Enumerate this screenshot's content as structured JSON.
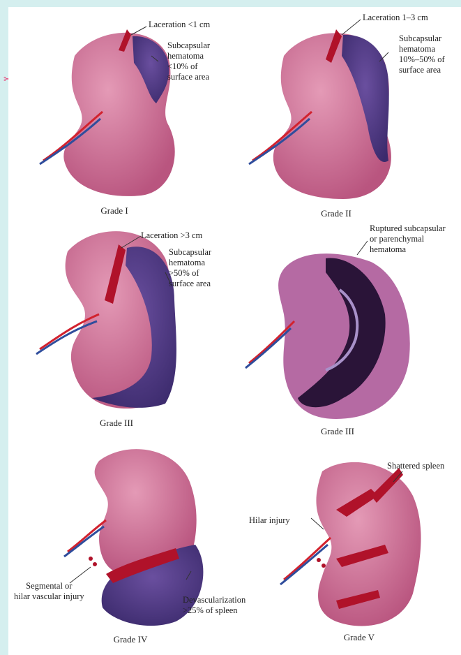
{
  "side_marker": "✂",
  "panels": [
    {
      "caption": "Grade I",
      "labels": [
        "Laceration <1 cm",
        "Subcapsular\nhematoma\n<10% of\nsurface area"
      ]
    },
    {
      "caption": "Grade II",
      "labels": [
        "Laceration 1–3 cm",
        "Subcapsular\nhematoma\n10%–50% of\nsurface area"
      ]
    },
    {
      "caption": "Grade III",
      "labels": [
        "Laceration >3 cm",
        "Subcapsular\nhematoma\n>50% of\nsurface area"
      ]
    },
    {
      "caption": "Grade III",
      "labels": [
        "Ruptured subcapsular\nor parenchymal\nhematoma"
      ]
    },
    {
      "caption": "Grade IV",
      "labels": [
        "Segmental or\nhilar vascular injury",
        "Devascularization\n>25% of spleen"
      ]
    },
    {
      "caption": "Grade V",
      "labels": [
        "Shattered spleen",
        "Hilar injury"
      ]
    }
  ],
  "colors": {
    "spleen": "#c9658e",
    "spleen_light": "#dd8fad",
    "hematoma": "#4e3a86",
    "laceration": "#b0122a",
    "artery": "#d2222e",
    "vein": "#2f4d9c"
  }
}
